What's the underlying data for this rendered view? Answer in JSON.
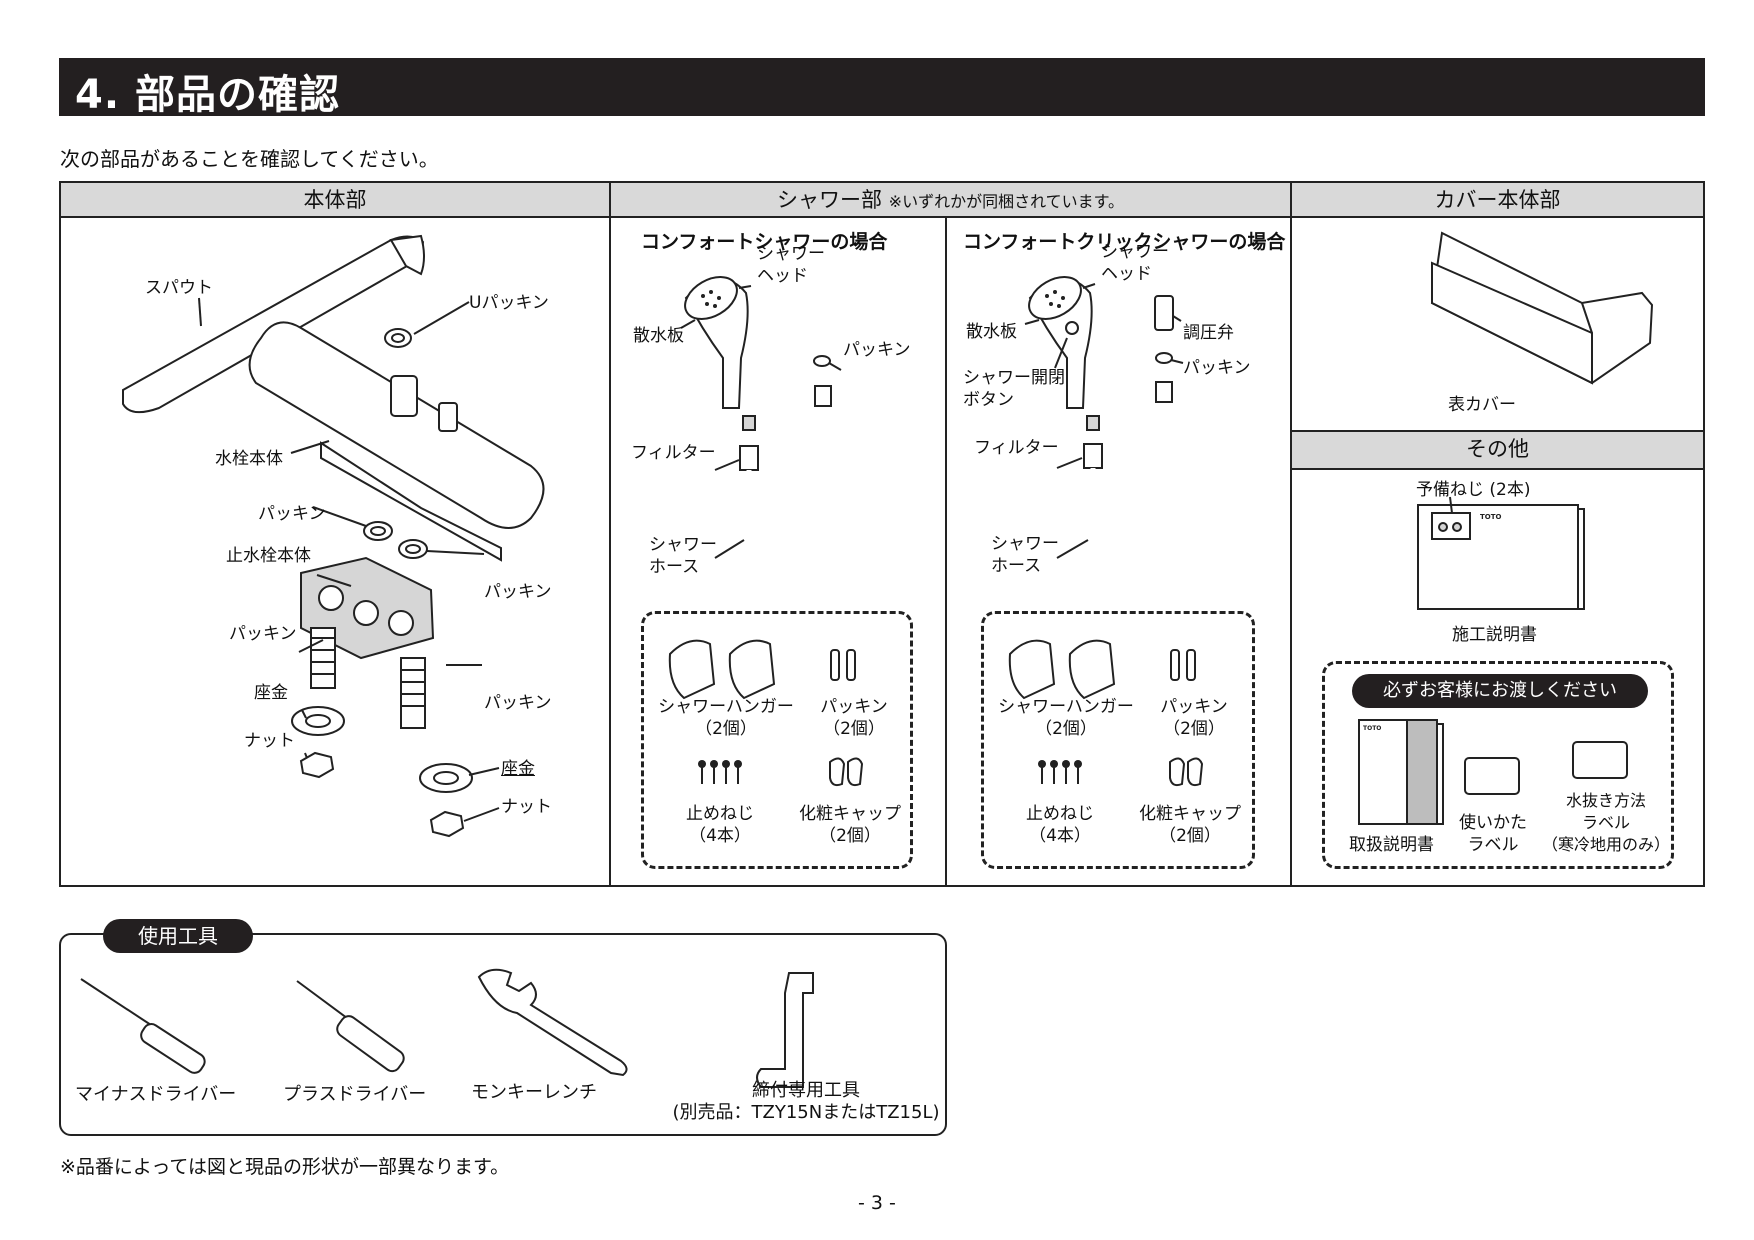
{
  "header": {
    "title": "4. 部品の確認"
  },
  "intro": "次の部品があることを確認してください。",
  "columns": {
    "body": {
      "header": "本体部",
      "labels": {
        "spout": "スパウト",
        "u_packing": "Uパッキン",
        "faucet_body": "水栓本体",
        "packing_1": "パッキン",
        "stop_valve_body": "止水栓本体",
        "packing_2": "パッキン",
        "packing_3": "パッキン",
        "packing_4": "パッキン",
        "washer_1": "座金",
        "nut_1": "ナット",
        "washer_2": "座金",
        "nut_2": "ナット"
      }
    },
    "shower": {
      "header": "シャワー部",
      "header_note": "※いずれかが同梱されています。",
      "comfort": {
        "title": "コンフォートシャワーの場合",
        "shower_head": "シャワー\nヘッド",
        "spray_plate": "散水板",
        "packing": "パッキン",
        "filter": "フィルター",
        "shower_hose": "シャワー\nホース",
        "hanger": "シャワーハンガー",
        "hanger_qty": "（2個）",
        "packing2": "パッキン",
        "packing2_qty": "（2個）",
        "screws": "止めねじ",
        "screws_qty": "（4本）",
        "cap": "化粧キャップ",
        "cap_qty": "（2個）"
      },
      "click": {
        "title": "コンフォートクリックシャワーの場合",
        "shower_head": "シャワー\nヘッド",
        "pressure_valve": "調圧弁",
        "spray_plate": "散水板",
        "packing": "パッキン",
        "open_close_button": "シャワー開閉\nボタン",
        "filter": "フィルター",
        "shower_hose": "シャワー\nホース",
        "hanger": "シャワーハンガー",
        "hanger_qty": "（2個）",
        "packing2": "パッキン",
        "packing2_qty": "（2個）",
        "screws": "止めねじ",
        "screws_qty": "（4本）",
        "cap": "化粧キャップ",
        "cap_qty": "（2個）"
      }
    },
    "cover": {
      "header": "カバー本体部",
      "cover_label": "表カバー"
    },
    "other": {
      "header": "その他",
      "spare_screws": "予備ねじ (2本)",
      "sheet_logo": "TOTO",
      "install_manual": "施工説明書",
      "handover_title": "必ずお客様にお渡しください",
      "manual_logo": "TOTO",
      "manual": "取扱説明書",
      "usage_label": "使いかた\nラベル",
      "drain_label": "水抜き方法\nラベル\n（寒冷地用のみ）"
    }
  },
  "tools": {
    "title": "使用工具",
    "flat_driver": "マイナスドライバー",
    "phillips_driver": "プラスドライバー",
    "wrench": "モンキーレンチ",
    "special_tool": "締付専用工具",
    "special_tool_note": "(別売品：TZY15NまたはTZ15L)"
  },
  "note": "※品番によっては図と現品の形状が一部異なります。",
  "page_number": "- 3 -"
}
